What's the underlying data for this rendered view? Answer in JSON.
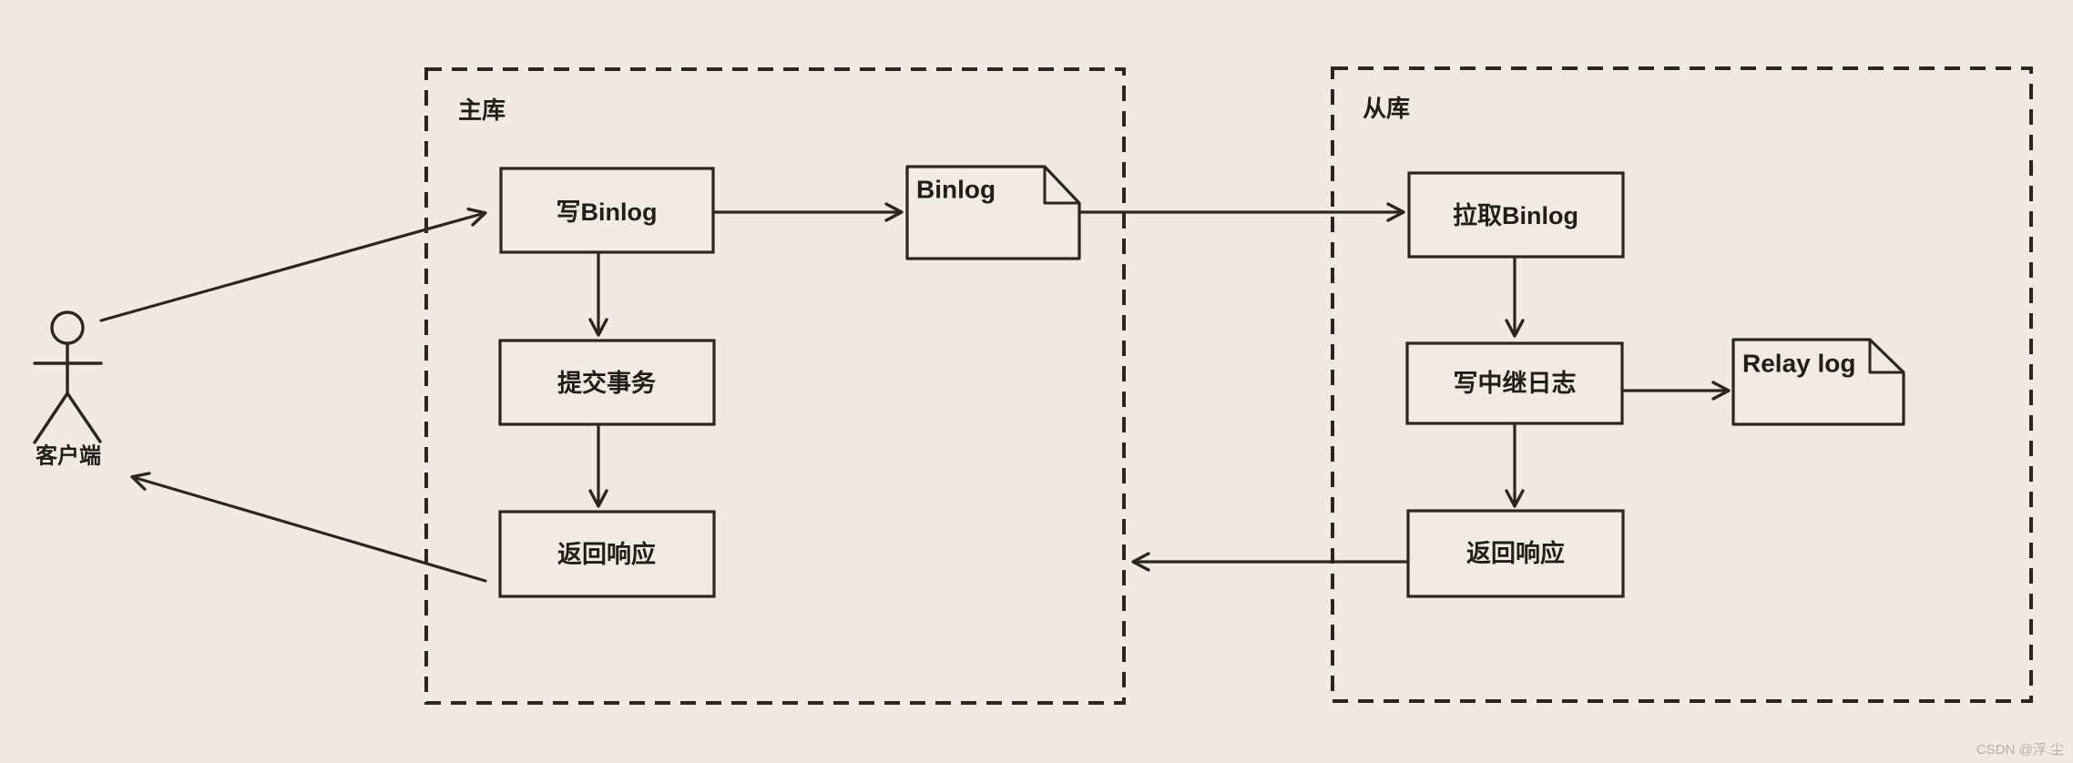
{
  "actor": {
    "label": "客户端"
  },
  "master": {
    "title": "主库",
    "write_binlog": "写Binlog",
    "commit": "提交事务",
    "respond": "返回响应"
  },
  "slave": {
    "title": "从库",
    "pull_binlog": "拉取Binlog",
    "write_relay": "写中继日志",
    "respond": "返回响应"
  },
  "docs": {
    "binlog": "Binlog",
    "relay": "Relay log"
  },
  "watermark": {
    "text": "CSDN @浮.尘"
  },
  "colors": {
    "background": "#f0eae2",
    "stroke": "#2b2622",
    "text": "#211d1a",
    "watermark": "#b7afa5"
  }
}
